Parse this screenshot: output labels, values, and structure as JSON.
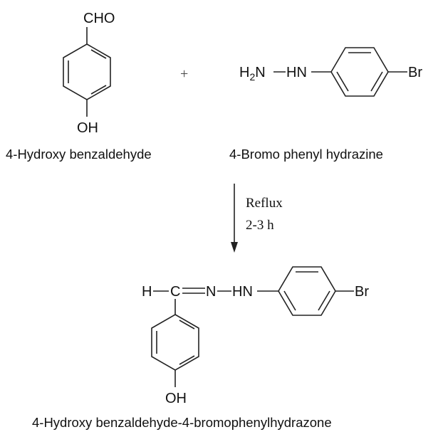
{
  "reactant1": {
    "top_group": "CHO",
    "bottom_group": "OH",
    "name": "4-Hydroxy benzaldehyde"
  },
  "plus_sign": "+",
  "reactant2": {
    "amine_h": "H",
    "amine_sub": "2",
    "amine_n": "N",
    "hn_group": "HN",
    "halogen": "Br",
    "name": "4-Bromo phenyl hydrazine"
  },
  "conditions": {
    "line1": "Reflux",
    "line2": "2-3 h"
  },
  "product": {
    "h_atom": "H",
    "c_atom": "C",
    "n_atom": "N",
    "hn_group": "HN",
    "halogen": "Br",
    "bottom_group": "OH",
    "name": "4-Hydroxy benzaldehyde-4-bromophenylhydrazone"
  }
}
